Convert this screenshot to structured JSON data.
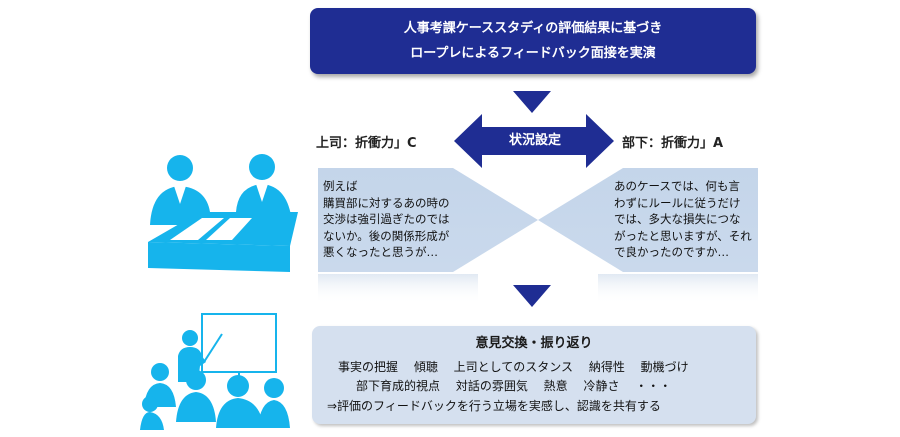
{
  "header": {
    "line1": "人事考課ケーススタディの評価結果に基づき",
    "line2": "ロープレによるフィードバック面接を実演"
  },
  "roles": {
    "left": "上司：折衝力」C",
    "right": "部下：折衝力」A"
  },
  "situation_label": "状況設定",
  "boss_speech": [
    "例えば",
    "購買部に対するあの時の",
    "交渉は強引過ぎたのでは",
    "ないか。後の関係形成が",
    "悪くなったと思うが…"
  ],
  "sub_speech": [
    "あのケースでは、何も言",
    "わずにルールに従うだけ",
    "では、多大な損失につな",
    "がったと思いますが、それ",
    "で良かったのですか…"
  ],
  "summary": {
    "title": "意見交換・振り返り",
    "line1": "事実の把握　 傾聴　 上司としてのスタンス　 納得性　 動機づけ",
    "line2": "部下育成的視点　 対話の雰囲気　 熱意　 冷静さ　 ・・・",
    "line3": "⇒評価のフィードバックを行う立場を実感し、認識を共有する"
  },
  "colors": {
    "navy": "#1f2d93",
    "cyan": "#16b4ec",
    "light_blue": "#c4d5ea"
  }
}
